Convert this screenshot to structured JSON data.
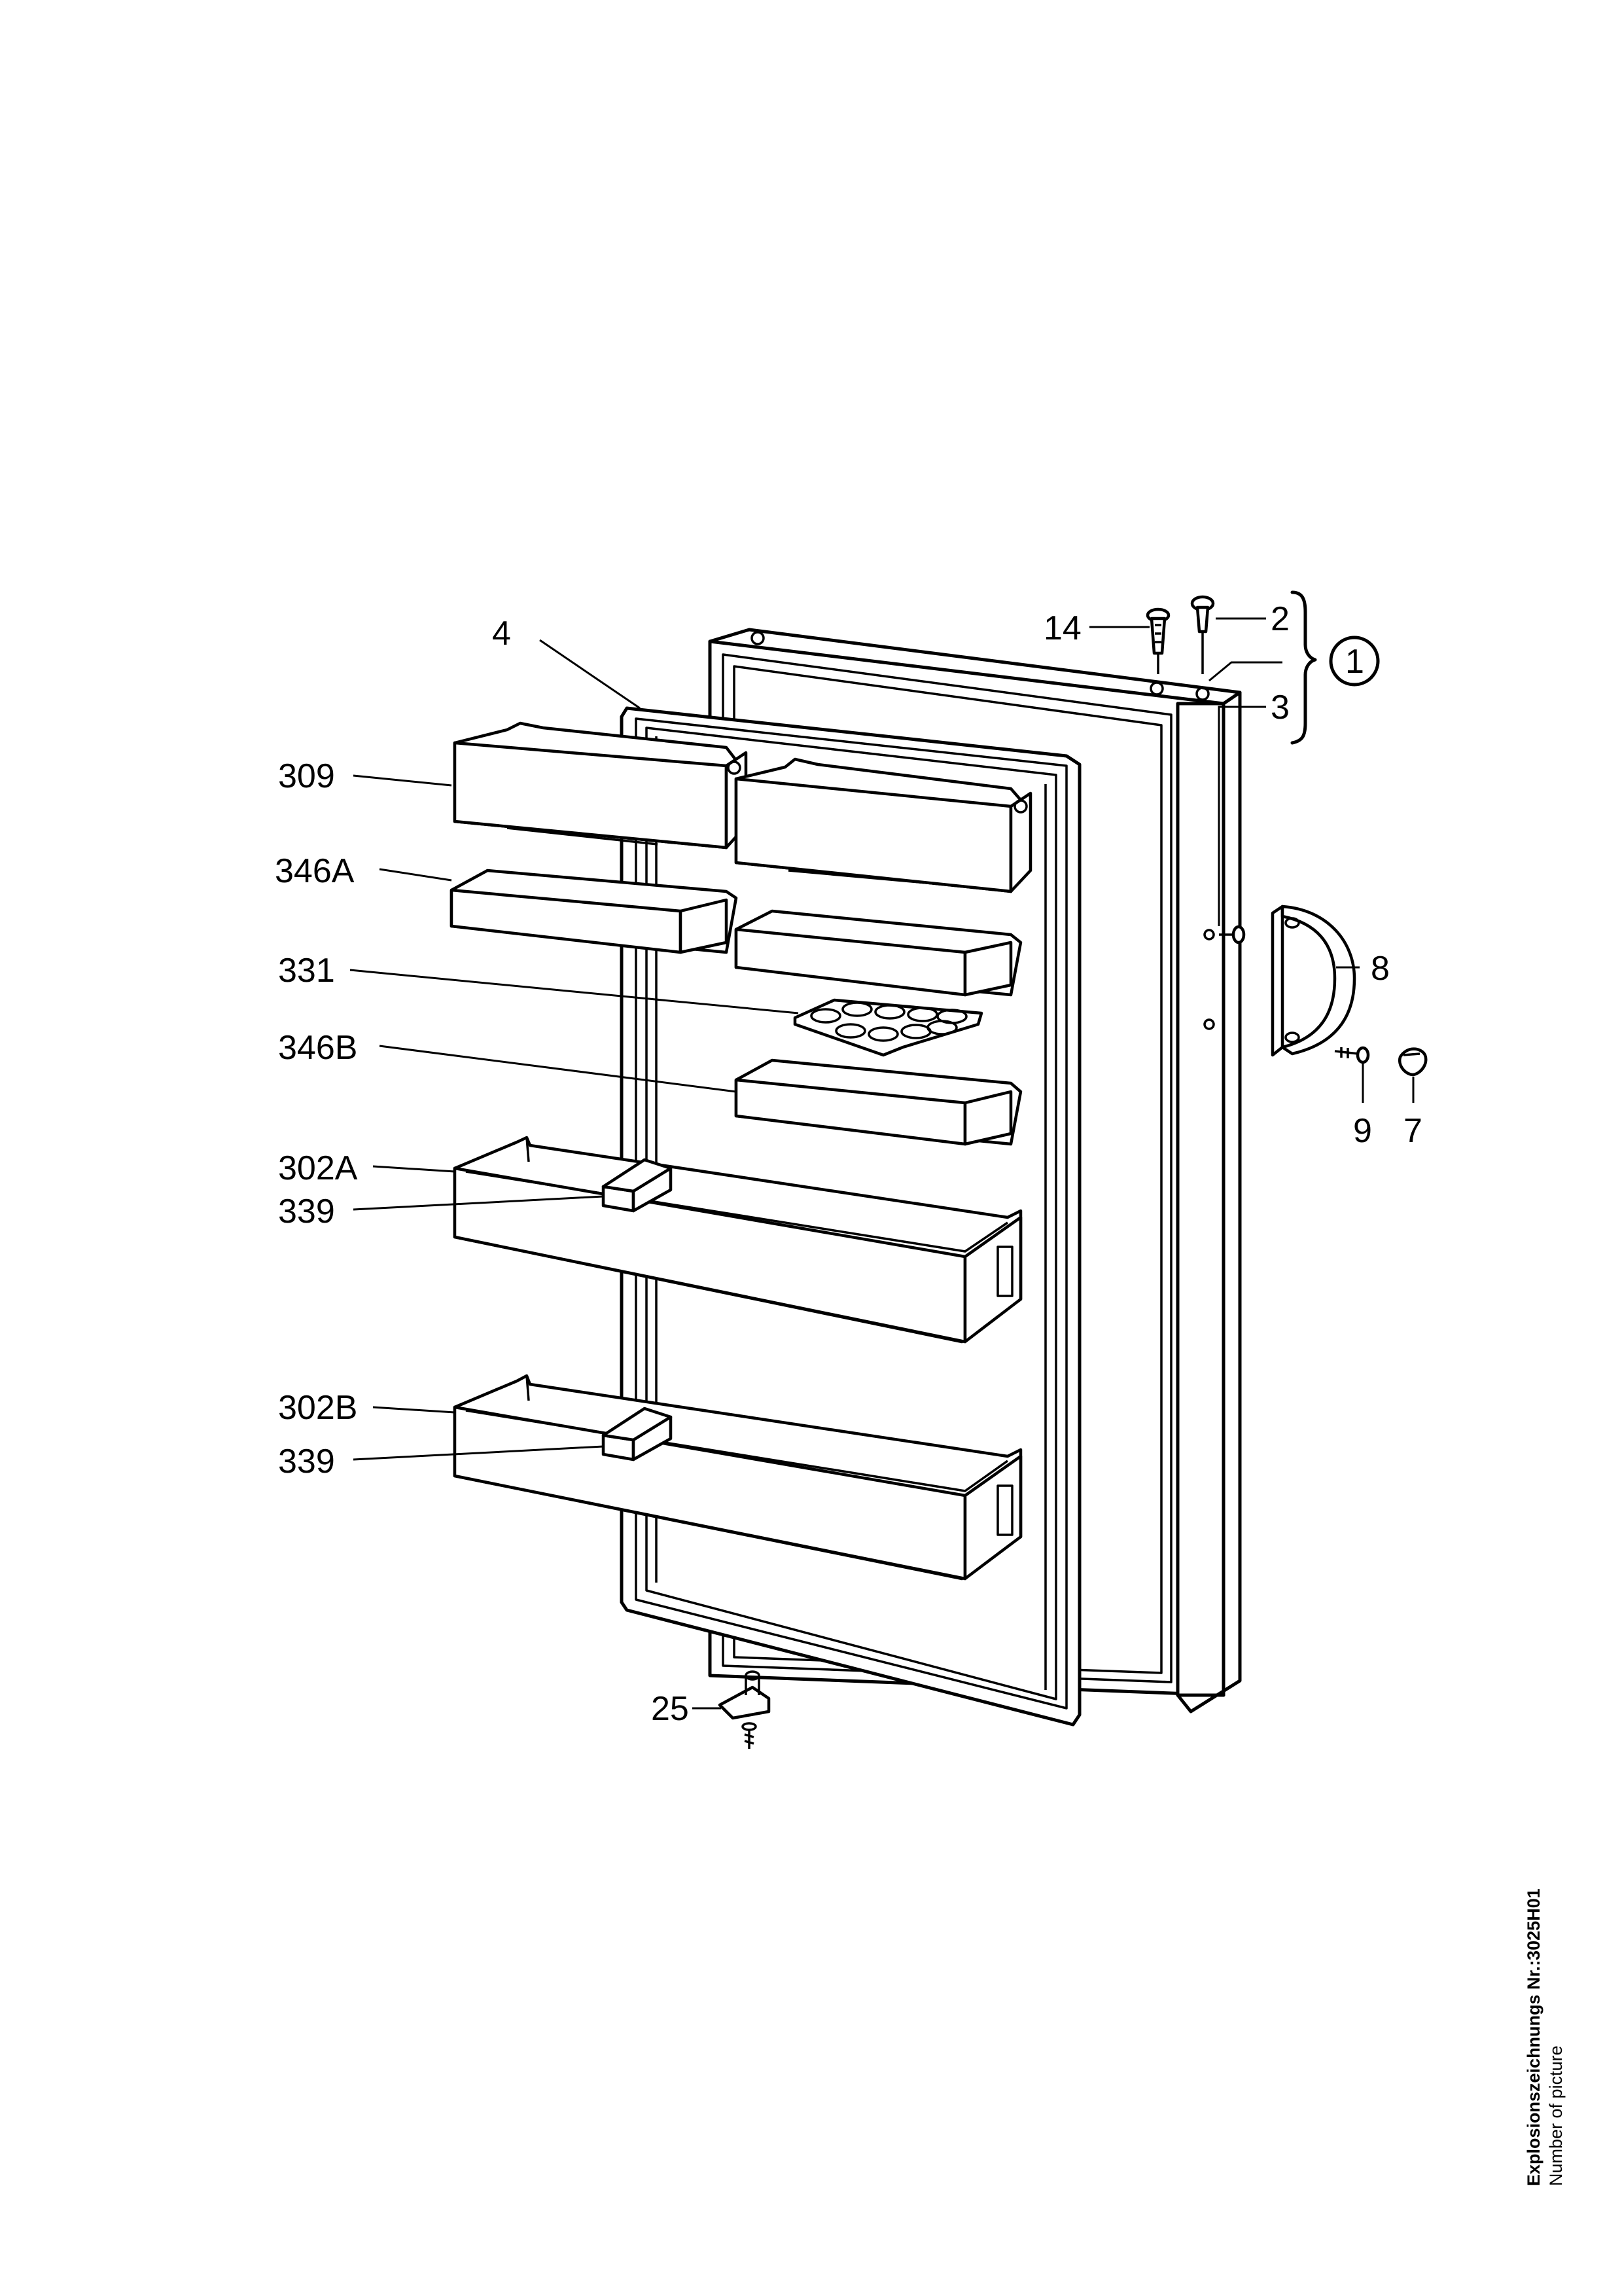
{
  "labels": {
    "door_gasket": "4",
    "shelf_309": "309",
    "shelf_346a": "346A",
    "egg_tray": "331",
    "shelf_346b": "346B",
    "bottle_rack_a": "302A",
    "clip_upper": "339",
    "bottle_rack_b": "302B",
    "clip_lower": "339",
    "hinge_bottom": "25",
    "pin_14": "14",
    "pin_2": "2",
    "hinge_set": "1",
    "screw_3": "3",
    "handle": "8",
    "handle_screw": "9",
    "handle_cap": "7"
  },
  "footer": {
    "title": "Explosionszeichnungs Nr.:3025H01",
    "subtitle": "Number of picture"
  }
}
